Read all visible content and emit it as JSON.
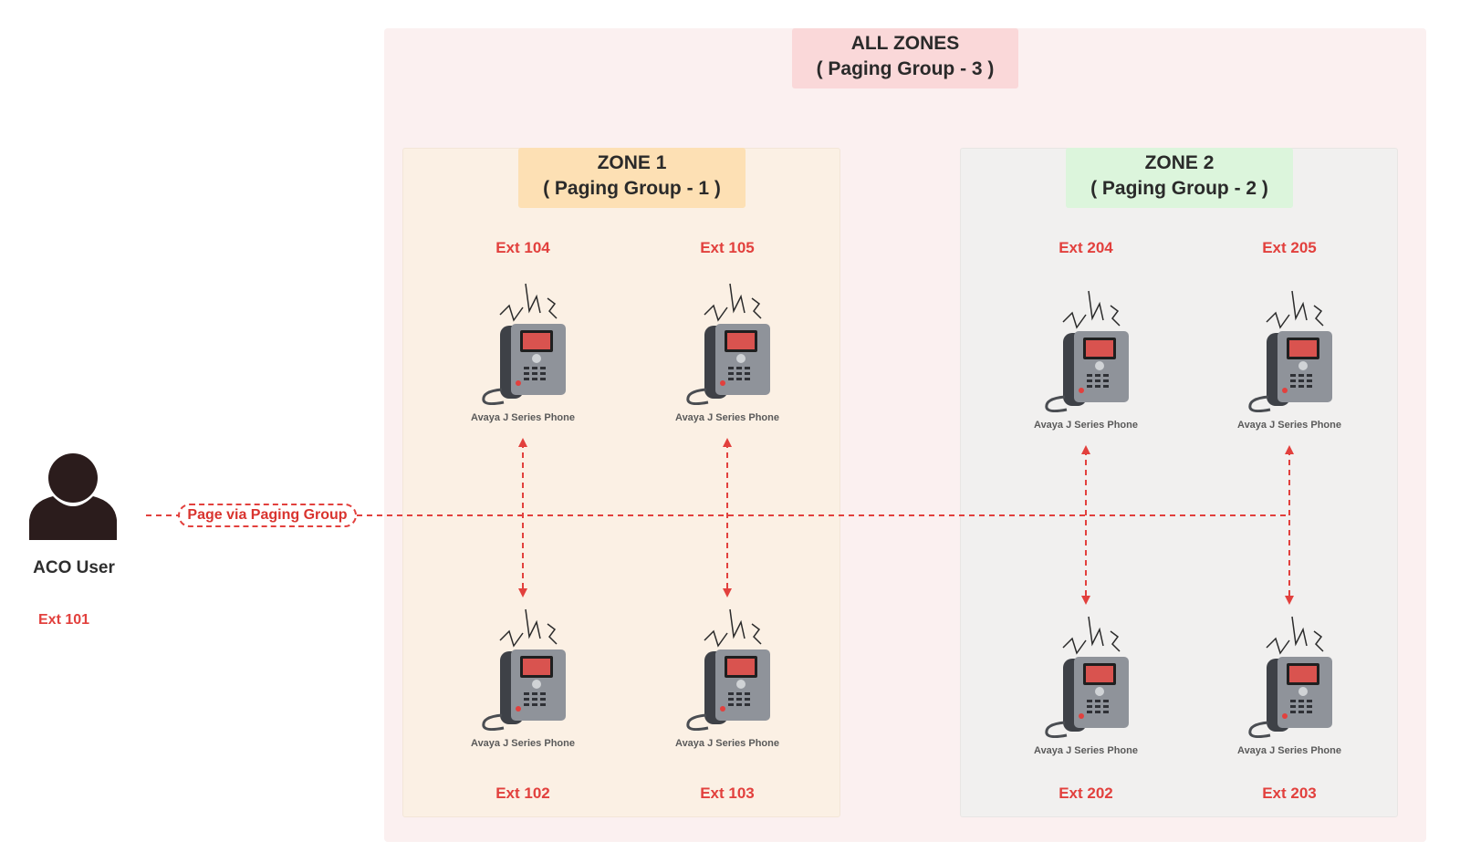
{
  "all_zones": {
    "title": "ALL ZONES",
    "subtitle": "( Paging Group - 3 )"
  },
  "zone1": {
    "title": "ZONE 1",
    "subtitle": "( Paging Group - 1 )"
  },
  "zone2": {
    "title": "ZONE 2",
    "subtitle": "( Paging Group - 2 )"
  },
  "user": {
    "label": "ACO User",
    "ext": "Ext  101",
    "icon": "user-icon"
  },
  "page_label": "Page via Paging Group",
  "phone_caption": "Avaya J Series Phone",
  "phones": {
    "p104": {
      "ext": "Ext  104"
    },
    "p105": {
      "ext": "Ext  105"
    },
    "p102": {
      "ext": "Ext  102"
    },
    "p103": {
      "ext": "Ext  103"
    },
    "p204": {
      "ext": "Ext  204"
    },
    "p205": {
      "ext": "Ext  205"
    },
    "p202": {
      "ext": "Ext  202"
    },
    "p203": {
      "ext": "Ext  203"
    }
  },
  "colors": {
    "accent_red": "#e2403d",
    "all_zones_bg": "#fbf0f0",
    "zone1_bg": "#fbf0e4",
    "zone2_bg": "#f1f0ef"
  }
}
